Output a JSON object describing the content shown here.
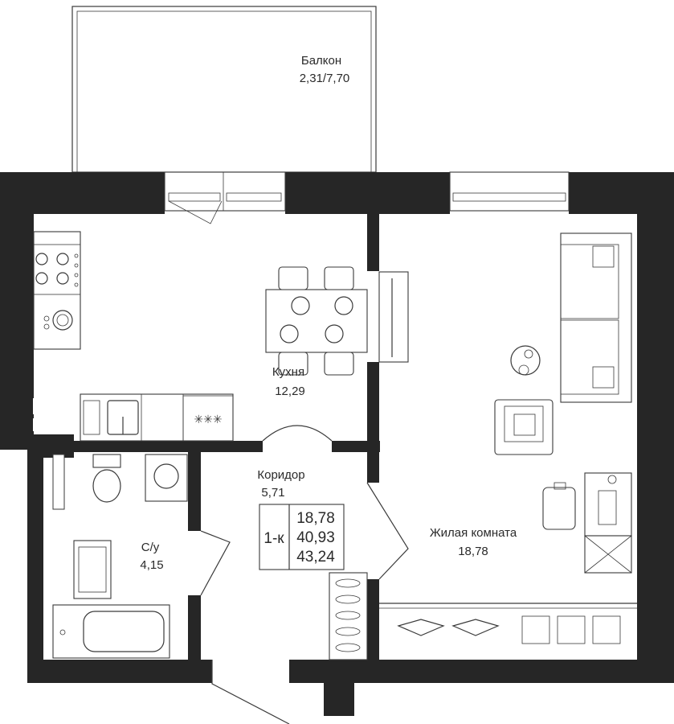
{
  "rooms": {
    "balcony": {
      "name": "Балкон",
      "area": "2,31/7,70"
    },
    "kitchen": {
      "name": "Кухня",
      "area": "12,29"
    },
    "corridor": {
      "name": "Коридор",
      "area": "5,71"
    },
    "bathroom": {
      "name": "С/у",
      "area": "4,15"
    },
    "living": {
      "name": "Жилая комната",
      "area": "18,78"
    }
  },
  "summary": {
    "type": "1-к",
    "living_area": "18,78",
    "total_area": "40,93",
    "total_with_balcony": "43,24"
  },
  "colors": {
    "wall": "#262626",
    "line": "#3a3a3a",
    "background": "#ffffff"
  },
  "icons": [
    "stove-icon",
    "sink-icon",
    "toilet-icon",
    "washing-machine-icon",
    "bathtub-icon",
    "sofa-icon",
    "tv-icon",
    "desk-icon",
    "chair-icon",
    "hanger-icon",
    "shoe-rack-icon",
    "dining-table-icon"
  ]
}
